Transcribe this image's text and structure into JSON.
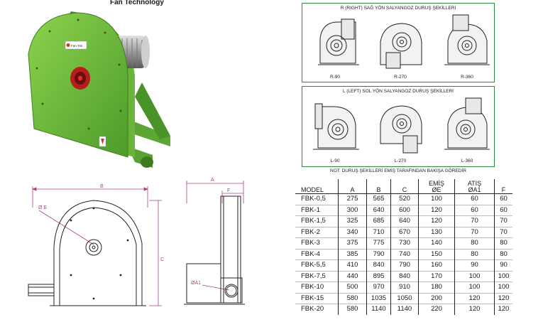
{
  "header": {
    "title": "Fan Technology"
  },
  "product_image": {
    "logo_text": "Fan-Tek"
  },
  "right_panel": {
    "title": "R (RIGHT) SAĞ YÖN SALYANGOZ DURUŞ ŞEKİLLERİ",
    "items": [
      {
        "label": "R-90"
      },
      {
        "label": "R-270"
      },
      {
        "label": "R-360"
      }
    ]
  },
  "left_panel": {
    "title": "L (LEFT) SOL YÖN SALYANGOZ DURUŞ ŞEKİLLERİ",
    "items": [
      {
        "label": "L-90"
      },
      {
        "label": "L-270"
      },
      {
        "label": "L-360"
      }
    ]
  },
  "note": "NOT: DURUŞ ŞEKİLLERİ EMİŞ TARAFINDAN BAKIŞA GÖREDİR",
  "drawing": {
    "front_labels": {
      "b": "B",
      "e": "Ø E",
      "c": "C"
    },
    "side_labels": {
      "a": "A",
      "f": "F",
      "a1": "ØA1"
    }
  },
  "table": {
    "headers": {
      "model": "MODEL",
      "a": "A",
      "b": "B",
      "c": "C",
      "emis_top": "EMİŞ",
      "emis_bottom": "ØE",
      "atis_top": "ATIŞ",
      "atis_bottom": "ØA1",
      "f": "F"
    },
    "rows": [
      {
        "model": "FBK-0,5",
        "a": "275",
        "b": "565",
        "c": "520",
        "e": "100",
        "a1": "60",
        "f": "60"
      },
      {
        "model": "FBK-1",
        "a": "300",
        "b": "640",
        "c": "600",
        "e": "120",
        "a1": "60",
        "f": "60"
      },
      {
        "model": "FBK-1,5",
        "a": "325",
        "b": "685",
        "c": "640",
        "e": "120",
        "a1": "70",
        "f": "70"
      },
      {
        "model": "FBK-2",
        "a": "340",
        "b": "710",
        "c": "670",
        "e": "130",
        "a1": "70",
        "f": "70"
      },
      {
        "model": "FBK-3",
        "a": "375",
        "b": "775",
        "c": "730",
        "e": "140",
        "a1": "80",
        "f": "80"
      },
      {
        "model": "FBK-4",
        "a": "385",
        "b": "790",
        "c": "740",
        "e": "150",
        "a1": "80",
        "f": "80"
      },
      {
        "model": "FBK-5,5",
        "a": "410",
        "b": "840",
        "c": "790",
        "e": "160",
        "a1": "90",
        "f": "90"
      },
      {
        "model": "FBK-7,5",
        "a": "440",
        "b": "895",
        "c": "840",
        "e": "170",
        "a1": "100",
        "f": "100"
      },
      {
        "model": "FBK-10",
        "a": "500",
        "b": "970",
        "c": "910",
        "e": "180",
        "a1": "100",
        "f": "100"
      },
      {
        "model": "FBK-15",
        "a": "580",
        "b": "1035",
        "c": "1050",
        "e": "200",
        "a1": "120",
        "f": "120"
      },
      {
        "model": "FBK-20",
        "a": "580",
        "b": "1140",
        "c": "1140",
        "e": "220",
        "a1": "120",
        "f": "120"
      }
    ]
  }
}
